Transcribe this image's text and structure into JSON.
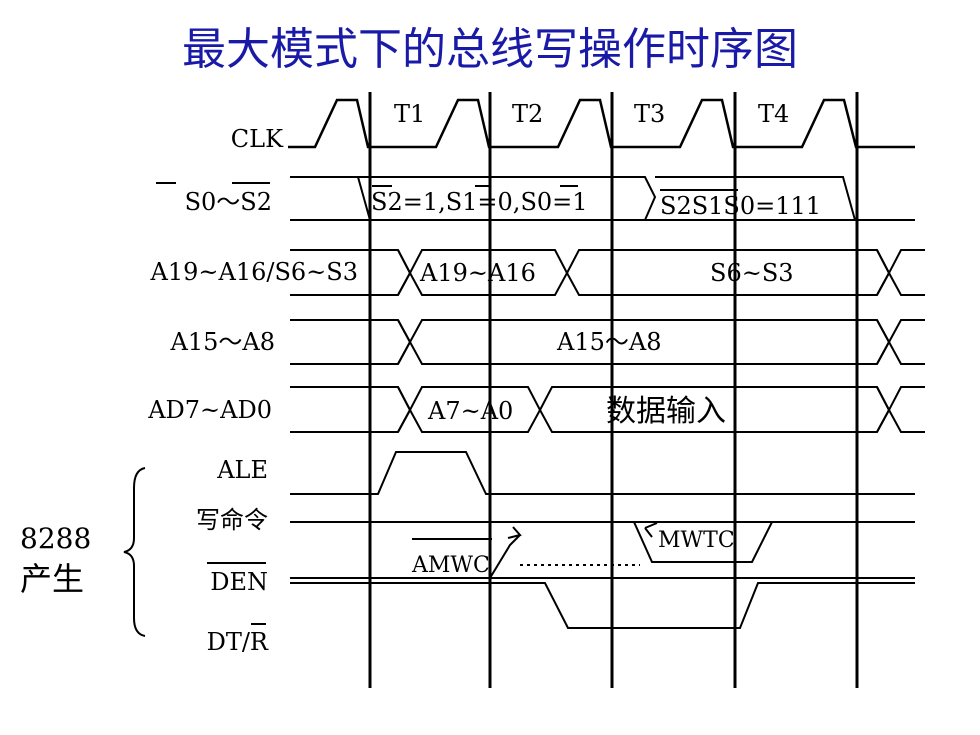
{
  "title": "最大模式下的总线写操作时序图",
  "colors": {
    "title": "#1a1aa8",
    "ink": "#000000",
    "background": "#ffffff"
  },
  "periods": [
    "T1",
    "T2",
    "T3",
    "T4"
  ],
  "signals": {
    "clk": "CLK",
    "status": "S0～S2",
    "addr_high": "A19~A16/S6~S3",
    "addr_mid": "A15～A8",
    "addr_data": "AD7~AD0",
    "ale": "ALE",
    "write_cmd": "写命令",
    "den": "DEN",
    "dtr": "DT/R"
  },
  "values": {
    "status_t1": "S2=1,S1=0,S0=1",
    "status_t4": "S2S1S0=111",
    "addr_high_t1": "A19~A16",
    "addr_high_rest": "S6~S3",
    "addr_mid": "A15～A8",
    "addr_data_t1": "A7~A0",
    "addr_data_rest": "数据输入"
  },
  "annotations": {
    "amwc": "AMWC",
    "mwtc": "MWTC"
  },
  "group": {
    "line1": "8288",
    "line2": "产生"
  }
}
